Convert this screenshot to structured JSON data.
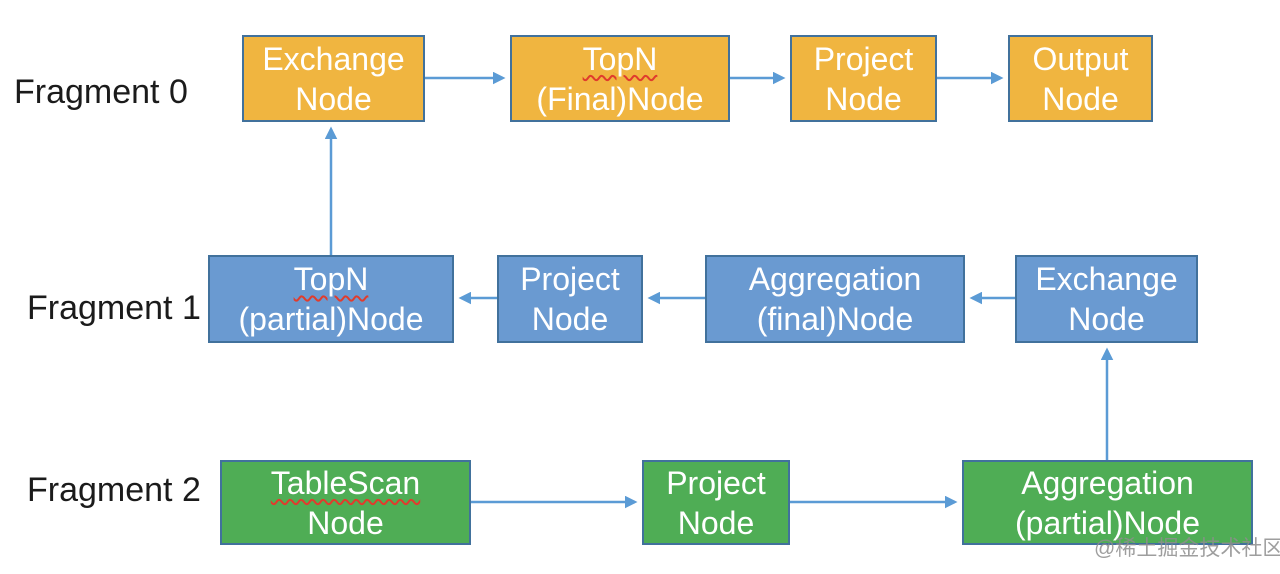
{
  "colors": {
    "orange_fill": "#F0B540",
    "blue_fill": "#6A9AD1",
    "green_fill": "#4FAD55",
    "border": "#41719C",
    "arrow": "#5B9BD5",
    "squiggle": "#E03C2D",
    "watermark_color": "#8E8E8E"
  },
  "fragments": {
    "f0": "Fragment 0",
    "f1": "Fragment 1",
    "f2": "Fragment 2"
  },
  "nodes": {
    "f0_exchange": {
      "line1": "Exchange",
      "line2": "Node"
    },
    "f0_topn": {
      "line1": "TopN",
      "line2": "(Final)Node"
    },
    "f0_project": {
      "line1": "Project",
      "line2": "Node"
    },
    "f0_output": {
      "line1": "Output",
      "line2": "Node"
    },
    "f1_topn": {
      "line1": "TopN",
      "line2": "(partial)Node"
    },
    "f1_project": {
      "line1": "Project",
      "line2": "Node"
    },
    "f1_agg": {
      "line1": "Aggregation",
      "line2": "(final)Node"
    },
    "f1_exchange": {
      "line1": "Exchange",
      "line2": "Node"
    },
    "f2_tablescan": {
      "line1": "TableScan",
      "line2": "Node"
    },
    "f2_project": {
      "line1": "Project",
      "line2": "Node"
    },
    "f2_agg": {
      "line1": "Aggregation",
      "line2": "(partial)Node"
    }
  },
  "watermark": "@稀土掘金技术社区"
}
